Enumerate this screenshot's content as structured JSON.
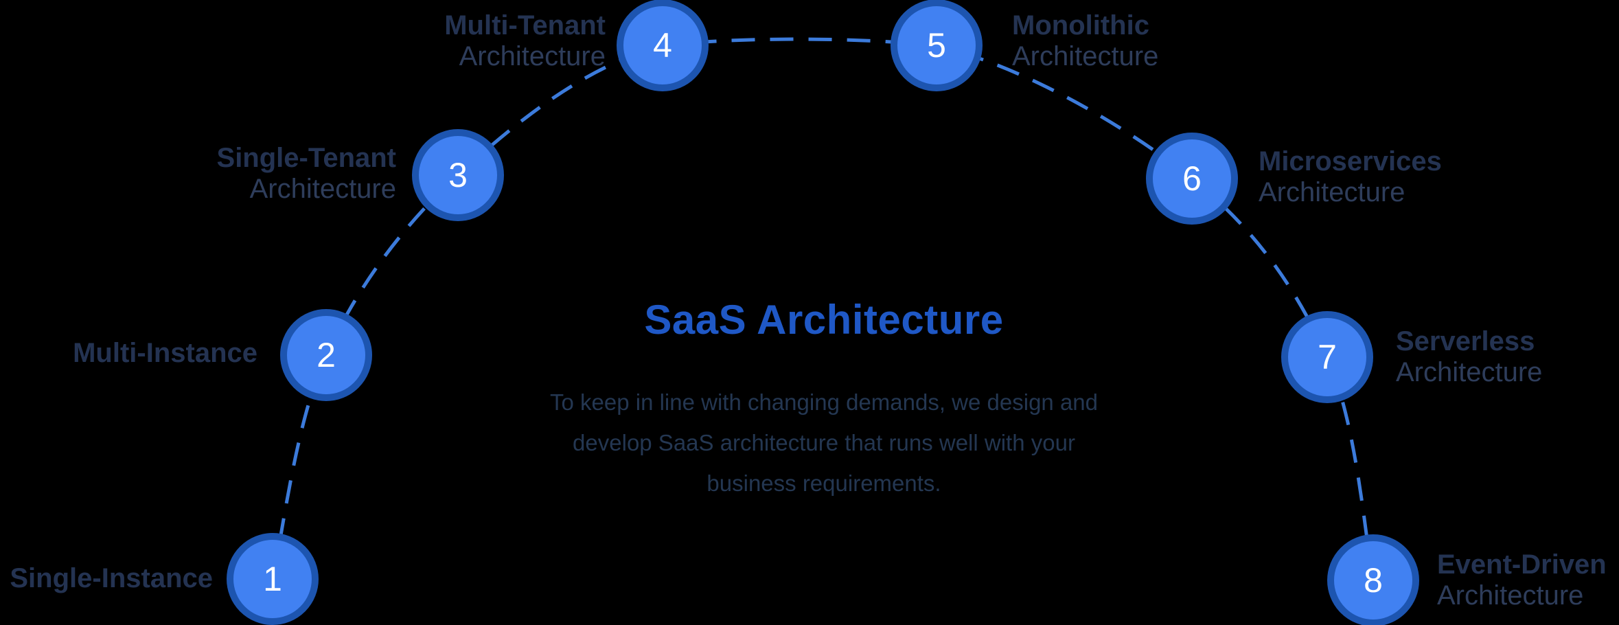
{
  "title": "SaaS Architecture",
  "description": {
    "line1": "To keep in line with changing demands, we design and",
    "line2": "develop SaaS architecture that runs well with your",
    "line3": "business requirements."
  },
  "colors": {
    "background": "#000000",
    "node_fill": "#4181f2",
    "node_ring": "#1d55b0",
    "connector_dash": "#3c7bdb",
    "number_text": "#ffffff",
    "label_bold": "#243352",
    "label_regular": "#2e3d5b",
    "title_text": "#1f58c6",
    "description_text": "#243752"
  },
  "nodes": [
    {
      "number": "1",
      "label": "Single-Instance",
      "sublabel": ""
    },
    {
      "number": "2",
      "label": "Multi-Instance",
      "sublabel": ""
    },
    {
      "number": "3",
      "label": "Single-Tenant",
      "sublabel": "Architecture"
    },
    {
      "number": "4",
      "label": "Multi-Tenant",
      "sublabel": "Architecture"
    },
    {
      "number": "5",
      "label": "Monolithic",
      "sublabel": "Architecture"
    },
    {
      "number": "6",
      "label": "Microservices",
      "sublabel": "Architecture"
    },
    {
      "number": "7",
      "label": "Serverless",
      "sublabel": "Architecture"
    },
    {
      "number": "8",
      "label": "Event-Driven",
      "sublabel": "Architecture"
    }
  ]
}
